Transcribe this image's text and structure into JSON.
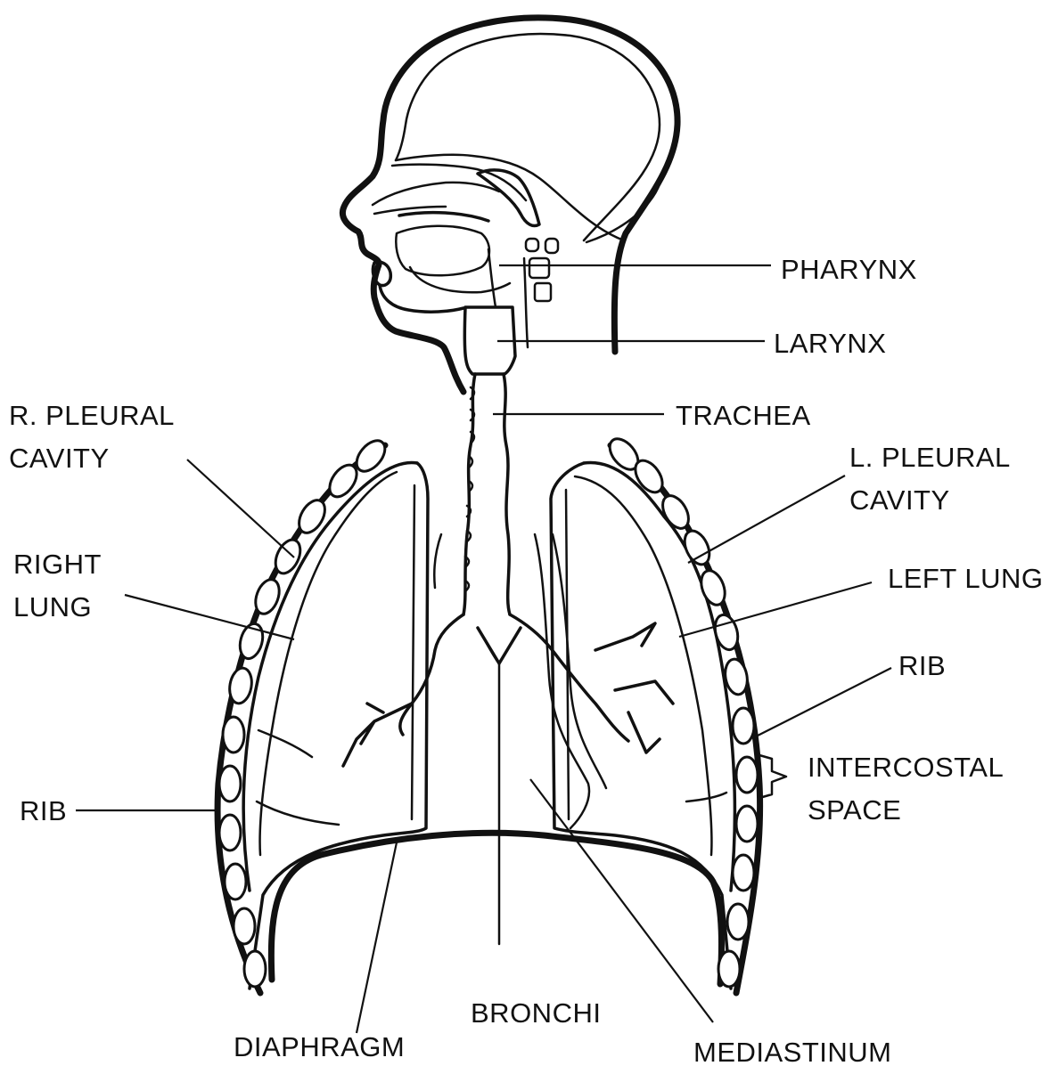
{
  "labels": {
    "pharynx": "PHARYNX",
    "larynx": "LARYNX",
    "trachea": "TRACHEA",
    "r_pleural_cavity": [
      "R. PLEURAL",
      "CAVITY"
    ],
    "l_pleural_cavity": [
      "L. PLEURAL",
      "CAVITY"
    ],
    "right_lung": [
      "RIGHT",
      "LUNG"
    ],
    "left_lung": "LEFT LUNG",
    "rib_right_side": "RIB",
    "rib_left_side": "RIB",
    "intercostal_space": [
      "INTERCOSTAL",
      "SPACE"
    ],
    "diaphragm": "DIAPHRAGM",
    "bronchi": "BRONCHI",
    "mediastinum": "MEDIASTINUM"
  },
  "colors": {
    "ink": "#111111",
    "background": "#ffffff"
  }
}
